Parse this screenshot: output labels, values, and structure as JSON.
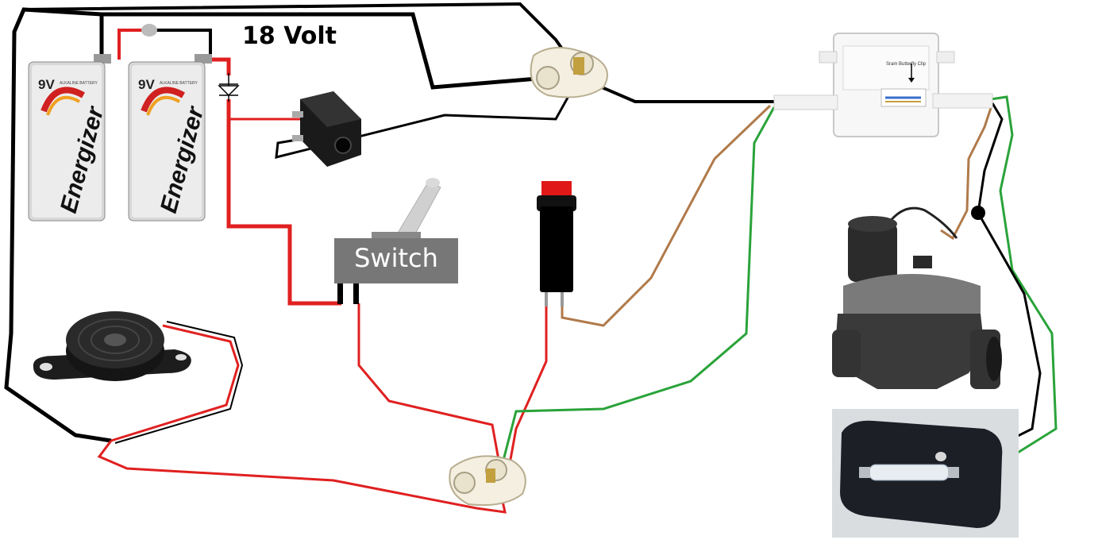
{
  "voltage_label": "18 Volt",
  "switch_label": "Switch",
  "batteries": [
    {
      "voltage": "9V",
      "brand": "Energizer",
      "type": "ALKALINE BATTERY"
    },
    {
      "voltage": "9V",
      "brand": "Energizer",
      "type": "ALKALINE BATTERY"
    }
  ],
  "junction_box_label": "Sram Butterfly Clip",
  "wire_colors": {
    "black": "#000000",
    "red": "#e02020",
    "green": "#2aa33a",
    "brown": "#b07a4a"
  },
  "components": [
    "9v-battery",
    "9v-battery",
    "diode",
    "dc-jack",
    "terminal-connector",
    "toggle-switch",
    "push-button",
    "junction-box",
    "solenoid-valve",
    "piezo-buzzer",
    "terminal-connector",
    "fuse-lamp"
  ]
}
